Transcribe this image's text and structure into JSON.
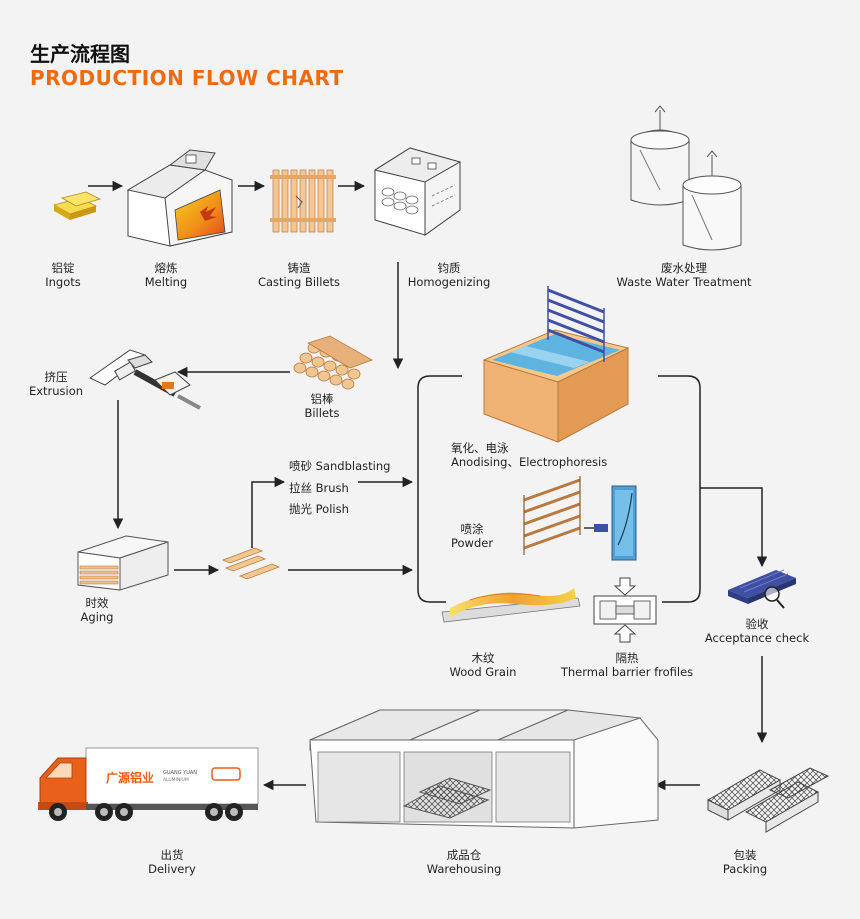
{
  "header": {
    "title_cn": "生产流程图",
    "title_en": "PRODUCTION FLOW CHART"
  },
  "steps": {
    "ingots": {
      "cn": "铝锭",
      "en": "Ingots"
    },
    "melting": {
      "cn": "熔炼",
      "en": "Melting"
    },
    "casting": {
      "cn": "铸造",
      "en": "Casting Billets"
    },
    "homogenizing": {
      "cn": "钧质",
      "en": "Homogenizing"
    },
    "waste_water": {
      "cn": "废水处理",
      "en": "Waste Water Treatment"
    },
    "billets": {
      "cn": "铝棒",
      "en": "Billets"
    },
    "extrusion": {
      "cn": "挤压",
      "en": "Extrusion"
    },
    "aging": {
      "cn": "时效",
      "en": "Aging"
    },
    "sandblasting": "喷砂 Sandblasting",
    "brush": "拉丝 Brush",
    "polish": "抛光 Polish",
    "anodising": {
      "cn": "氧化、电泳",
      "en": "Anodising、Electrophoresis"
    },
    "powder": {
      "cn": "喷涂",
      "en": "Powder"
    },
    "wood_grain": {
      "cn": "木纹",
      "en": "Wood Grain"
    },
    "thermal": {
      "cn": "隔热",
      "en": "Thermal barrier frofiles"
    },
    "acceptance": {
      "cn": "验收",
      "en": "Acceptance check"
    },
    "packing": {
      "cn": "包装",
      "en": "Packing"
    },
    "warehousing": {
      "cn": "成品仓",
      "en": "Warehousing"
    },
    "delivery": {
      "cn": "出货",
      "en": "Delivery"
    }
  },
  "truck": {
    "brand_cn": "广源铝业",
    "brand_en_1": "GUANG YUAN",
    "brand_en_2": "ALUMINIUM"
  },
  "colors": {
    "accent": "#ee6b12",
    "arrow": "#222222",
    "blue": "#3f4fa3",
    "wood": "#c8844a",
    "water": "#4aa8d8"
  }
}
